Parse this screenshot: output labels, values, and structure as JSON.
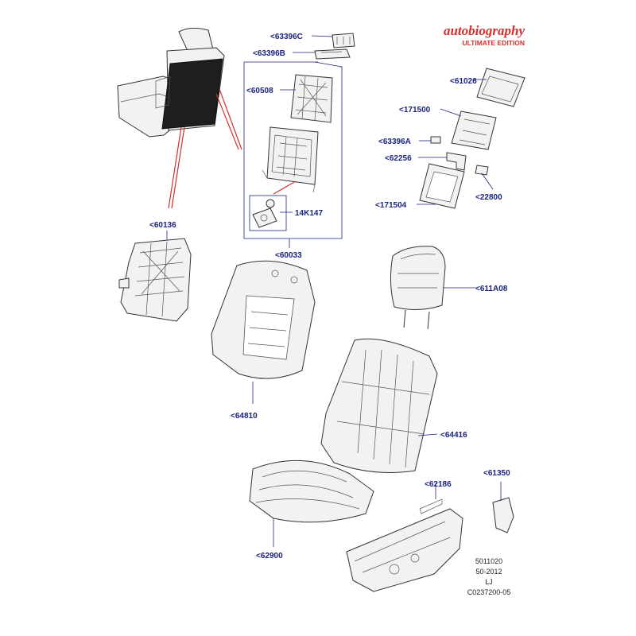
{
  "brand": {
    "title": "autobiography",
    "subtitle": "ULTIMATE EDITION",
    "color": "#d32f2f"
  },
  "colors": {
    "label": "#1a237e",
    "highlight": "#d32f2f",
    "line": "#333333"
  },
  "parts": [
    {
      "id": "63396c",
      "label": "<63396C"
    },
    {
      "id": "63396b",
      "label": "<63396B"
    },
    {
      "id": "60508",
      "label": "<60508"
    },
    {
      "id": "14k147",
      "label": "14K147"
    },
    {
      "id": "60033",
      "label": "<60033"
    },
    {
      "id": "60136",
      "label": "<60136"
    },
    {
      "id": "61026",
      "label": "<61026"
    },
    {
      "id": "171500",
      "label": "<171500"
    },
    {
      "id": "63396a",
      "label": "<63396A"
    },
    {
      "id": "62256",
      "label": "<62256"
    },
    {
      "id": "22800",
      "label": "<22800"
    },
    {
      "id": "171504",
      "label": "<171504"
    },
    {
      "id": "611a08",
      "label": "<611A08"
    },
    {
      "id": "64810",
      "label": "<64810"
    },
    {
      "id": "64416",
      "label": "<64416"
    },
    {
      "id": "62186",
      "label": "<62186"
    },
    {
      "id": "61350",
      "label": "<61350"
    },
    {
      "id": "62900",
      "label": "<62900"
    }
  ],
  "reference": {
    "line1": "5011020",
    "line2": "50-2012",
    "line3": "LJ",
    "line4": "C0237200-05"
  }
}
